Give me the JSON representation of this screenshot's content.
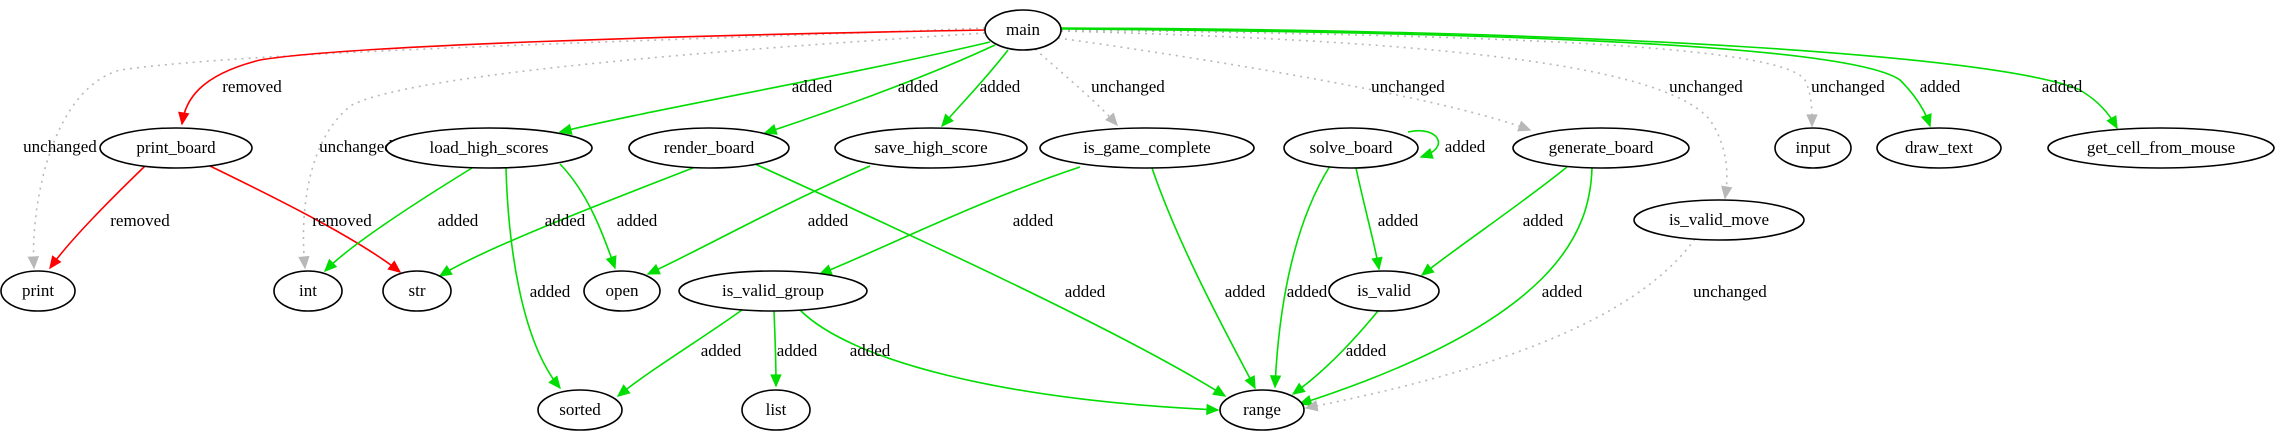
{
  "graph": {
    "colors": {
      "removed": "#ff0000",
      "added": "#00dd00",
      "unchanged": "#b8b8b8",
      "node_stroke": "#000000"
    },
    "nodes": [
      {
        "id": "main",
        "label": "main"
      },
      {
        "id": "print_board",
        "label": "print_board"
      },
      {
        "id": "load_high_scores",
        "label": "load_high_scores"
      },
      {
        "id": "render_board",
        "label": "render_board"
      },
      {
        "id": "save_high_score",
        "label": "save_high_score"
      },
      {
        "id": "is_game_complete",
        "label": "is_game_complete"
      },
      {
        "id": "solve_board",
        "label": "solve_board"
      },
      {
        "id": "generate_board",
        "label": "generate_board"
      },
      {
        "id": "input",
        "label": "input"
      },
      {
        "id": "draw_text",
        "label": "draw_text"
      },
      {
        "id": "get_cell_from_mouse",
        "label": "get_cell_from_mouse"
      },
      {
        "id": "is_valid_move",
        "label": "is_valid_move"
      },
      {
        "id": "print",
        "label": "print"
      },
      {
        "id": "int",
        "label": "int"
      },
      {
        "id": "str",
        "label": "str"
      },
      {
        "id": "open",
        "label": "open"
      },
      {
        "id": "is_valid_group",
        "label": "is_valid_group"
      },
      {
        "id": "is_valid",
        "label": "is_valid"
      },
      {
        "id": "sorted",
        "label": "sorted"
      },
      {
        "id": "list",
        "label": "list"
      },
      {
        "id": "range",
        "label": "range"
      }
    ],
    "edges": [
      {
        "from": "main",
        "to": "print",
        "label": "unchanged",
        "status": "unchanged"
      },
      {
        "from": "main",
        "to": "print_board",
        "label": "removed",
        "status": "removed"
      },
      {
        "from": "main",
        "to": "int",
        "label": "unchanged",
        "status": "unchanged"
      },
      {
        "from": "main",
        "to": "load_high_scores",
        "label": "added",
        "status": "added"
      },
      {
        "from": "main",
        "to": "render_board",
        "label": "added",
        "status": "added"
      },
      {
        "from": "main",
        "to": "save_high_score",
        "label": "added",
        "status": "added"
      },
      {
        "from": "main",
        "to": "is_game_complete",
        "label": "unchanged",
        "status": "unchanged"
      },
      {
        "from": "main",
        "to": "generate_board",
        "label": "unchanged",
        "status": "unchanged"
      },
      {
        "from": "main",
        "to": "is_valid_move",
        "label": "unchanged",
        "status": "unchanged"
      },
      {
        "from": "main",
        "to": "input",
        "label": "unchanged",
        "status": "unchanged"
      },
      {
        "from": "main",
        "to": "draw_text",
        "label": "added",
        "status": "added"
      },
      {
        "from": "main",
        "to": "get_cell_from_mouse",
        "label": "added",
        "status": "added"
      },
      {
        "from": "print_board",
        "to": "print",
        "label": "removed",
        "status": "removed"
      },
      {
        "from": "print_board",
        "to": "str",
        "label": "removed",
        "status": "removed"
      },
      {
        "from": "load_high_scores",
        "to": "int",
        "label": "added",
        "status": "added"
      },
      {
        "from": "load_high_scores",
        "to": "open",
        "label": "added",
        "status": "added"
      },
      {
        "from": "load_high_scores",
        "to": "sorted",
        "label": "added",
        "status": "added"
      },
      {
        "from": "render_board",
        "to": "str",
        "label": "added",
        "status": "added"
      },
      {
        "from": "render_board",
        "to": "range",
        "label": "added",
        "status": "added"
      },
      {
        "from": "save_high_score",
        "to": "open",
        "label": "added",
        "status": "added"
      },
      {
        "from": "is_game_complete",
        "to": "is_valid_group",
        "label": "added",
        "status": "added"
      },
      {
        "from": "is_game_complete",
        "to": "range",
        "label": "added",
        "status": "added"
      },
      {
        "from": "solve_board",
        "to": "solve_board",
        "label": "added",
        "status": "added"
      },
      {
        "from": "solve_board",
        "to": "is_valid",
        "label": "added",
        "status": "added"
      },
      {
        "from": "solve_board",
        "to": "range",
        "label": "added",
        "status": "added"
      },
      {
        "from": "generate_board",
        "to": "is_valid",
        "label": "added",
        "status": "added"
      },
      {
        "from": "generate_board",
        "to": "range",
        "label": "added",
        "status": "added"
      },
      {
        "from": "is_valid_move",
        "to": "range",
        "label": "unchanged",
        "status": "unchanged"
      },
      {
        "from": "is_valid_group",
        "to": "sorted",
        "label": "added",
        "status": "added"
      },
      {
        "from": "is_valid_group",
        "to": "list",
        "label": "added",
        "status": "added"
      },
      {
        "from": "is_valid_group",
        "to": "range",
        "label": "added",
        "status": "added"
      },
      {
        "from": "is_valid",
        "to": "range",
        "label": "added",
        "status": "added"
      }
    ]
  }
}
